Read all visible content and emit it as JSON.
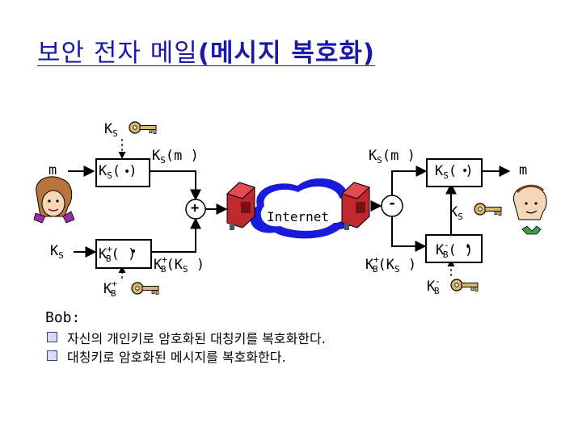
{
  "title": {
    "plain": "보안 전자 메일",
    "bold": "(메시지 복호화)"
  },
  "labels": {
    "ks_top": "K",
    "ks_top_sub": "S",
    "m_left": "m",
    "ks_func_left": "K",
    "ks_func_left_sub": "S",
    "ks_func_left_arg": "( )",
    "ks_m_left": "K",
    "ks_m_left_sub": "S",
    "ks_m_left_arg": "(m )",
    "ks_m_right": "K",
    "ks_m_right_sub": "S",
    "ks_m_right_arg": "(m )",
    "ks_func_right": "K",
    "ks_func_right_sub": "S",
    "ks_func_right_arg": "( )",
    "m_right": "m",
    "plus_sym": "+",
    "minus_sym": "-",
    "internet": "Internet",
    "ks_right_key": "K",
    "ks_right_key_sub": "S",
    "ks_left_mid": "K",
    "ks_left_mid_sub": "S",
    "kb_plus_func": "K",
    "kb_plus_func_sub": "B",
    "kb_plus_func_sup": "+",
    "kb_plus_func_arg": "( )",
    "kb_ks_left": "K",
    "kb_ks_left_sub": "B",
    "kb_ks_left_sup": "+",
    "kb_ks_left_arg": "(K",
    "kb_ks_left_arg_sub": "S",
    "kb_ks_left_close": " )",
    "kb_ks_right": "K",
    "kb_ks_right_sub": "B",
    "kb_ks_right_sup": "+",
    "kb_ks_right_arg": "(K",
    "kb_ks_right_arg_sub": "S",
    "kb_ks_right_close": " )",
    "kb_minus_func": "K",
    "kb_minus_func_sub": "B",
    "kb_minus_func_sup": "-",
    "kb_minus_func_arg": "( )",
    "kb_plus_key": "K",
    "kb_plus_key_sub": "B",
    "kb_plus_key_sup": "+",
    "kb_minus_key": "K",
    "kb_minus_key_sub": "B",
    "kb_minus_key_sup": "-"
  },
  "bob_label": "Bob:",
  "bullets": [
    "자신의 개인키로 암호화된 대칭키를 복호화한다.",
    "대칭키로 암호화된 메시지를 복호화한다."
  ],
  "icons": [
    "key-icon",
    "person-icon",
    "mailbox-icon",
    "cloud-icon"
  ],
  "colors": {
    "title": "#1a1aa6",
    "key": "#c8a45a",
    "cloud": "#1a1adc",
    "mailbox": "#c0282d",
    "bullet_box": "#2a3fa0"
  }
}
